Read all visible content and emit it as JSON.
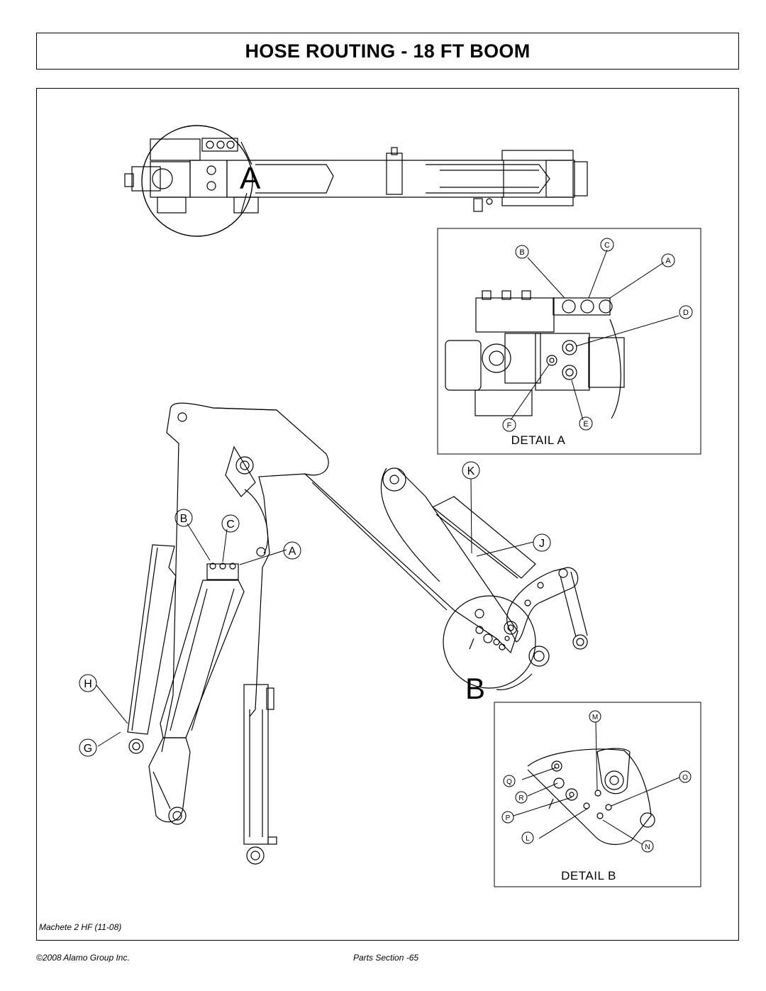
{
  "header": {
    "title": "HOSE ROUTING - 18 FT BOOM"
  },
  "callouts": {
    "A": "A",
    "B": "B",
    "C": "C",
    "D": "D",
    "E": "E",
    "F": "F",
    "G": "G",
    "H": "H",
    "J": "J",
    "K": "K",
    "L": "L",
    "M": "M",
    "N": "N",
    "O": "O",
    "P": "P",
    "Q": "Q",
    "R": "R"
  },
  "views": {
    "detail_a_marker": "A",
    "detail_b_marker": "B"
  },
  "details": {
    "detail_a": "DETAIL A",
    "detail_b": "DETAIL B"
  },
  "footer": {
    "model": "Machete 2 HF (11-08)",
    "copyright": "©2008 Alamo Group Inc.",
    "page": "Parts Section -65"
  }
}
